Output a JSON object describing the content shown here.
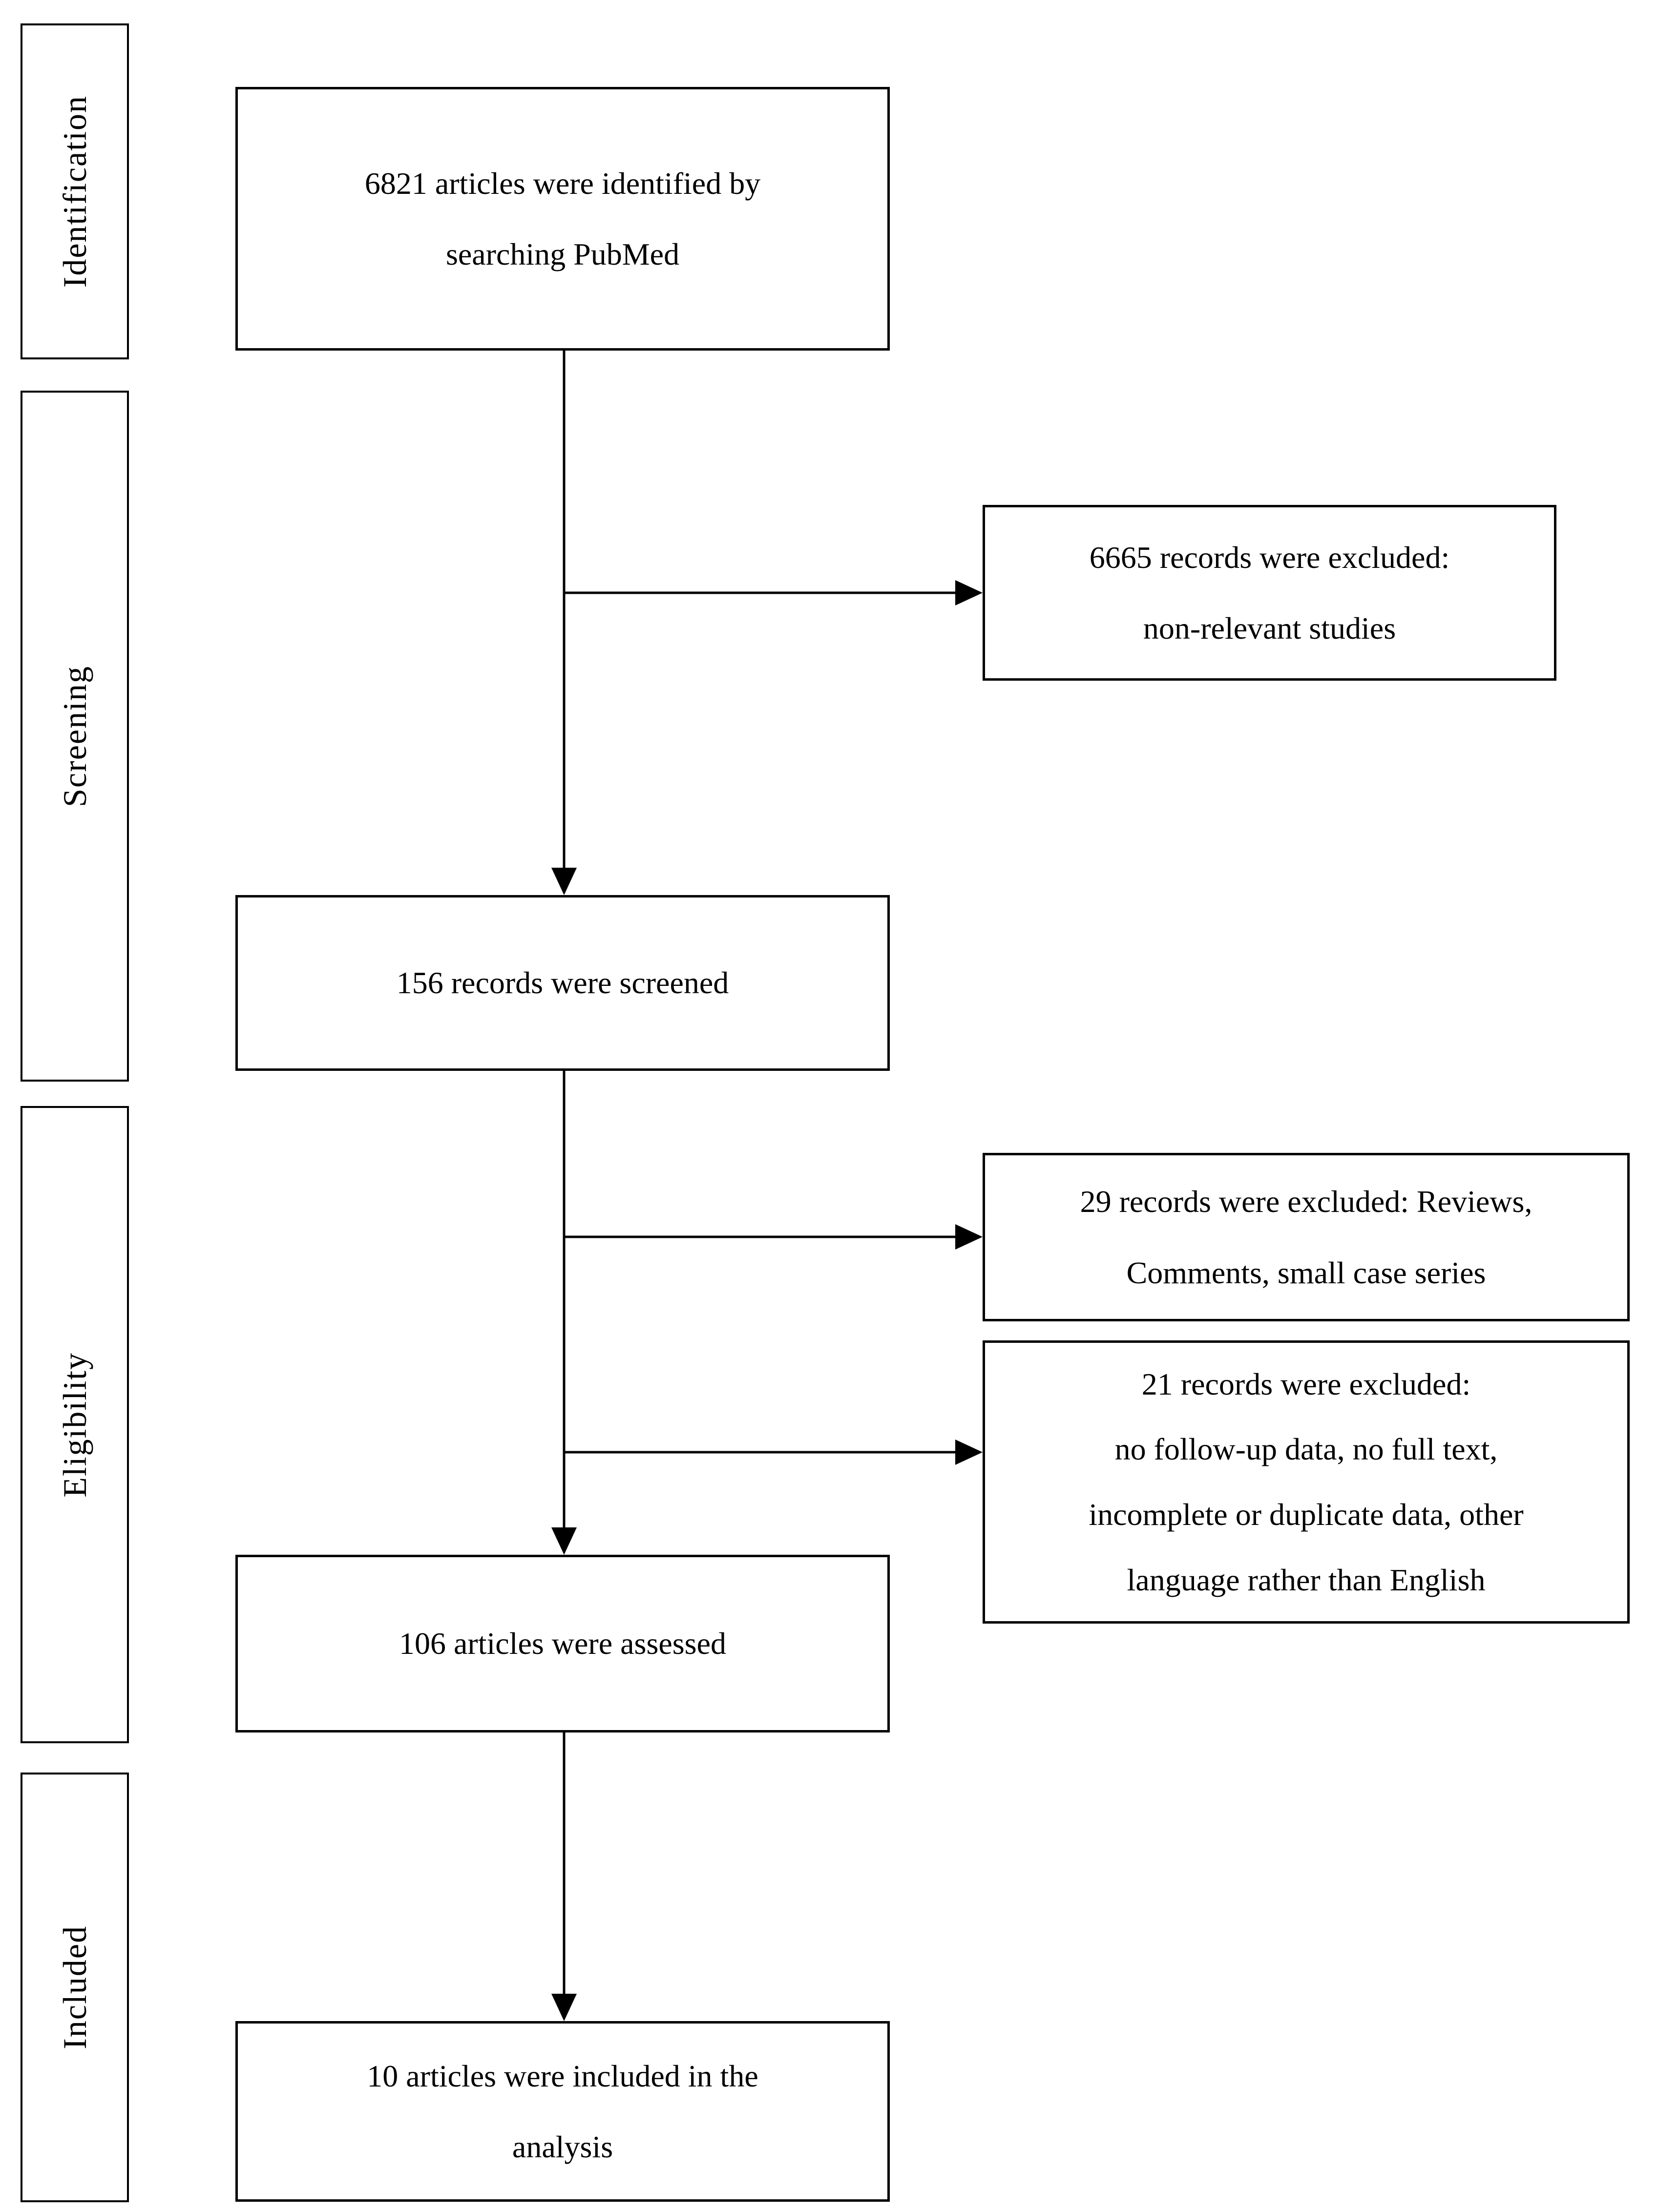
{
  "figure": {
    "background": "#ffffff",
    "ink_color": "#000000"
  },
  "stages": [
    {
      "label": "Identification"
    },
    {
      "label": "Screening"
    },
    {
      "label": "Eligibility"
    },
    {
      "label": "Included"
    }
  ],
  "flow_boxes": [
    {
      "lines": [
        "6821 articles were identified by",
        "searching PubMed"
      ]
    },
    {
      "lines": [
        "156 records were screened"
      ]
    },
    {
      "lines": [
        "106 articles were assessed"
      ]
    },
    {
      "lines": [
        "10 articles were included in the",
        "analysis"
      ]
    }
  ],
  "exclusion_boxes": [
    {
      "lines": [
        "6665 records were excluded:",
        "non-relevant studies"
      ]
    },
    {
      "lines": [
        "29 records were excluded: Reviews,",
        "Comments, small case series"
      ]
    },
    {
      "lines": [
        "21 records were excluded:",
        "no follow-up data, no full text,",
        "incomplete or duplicate data, other",
        "language rather than English"
      ]
    }
  ]
}
